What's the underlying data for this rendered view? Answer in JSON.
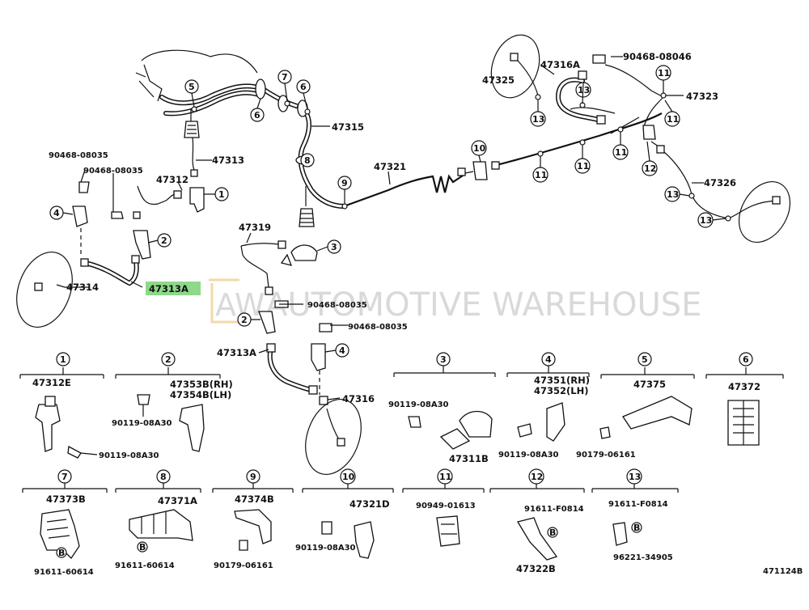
{
  "diagram": {
    "watermark": {
      "brand": "AW",
      "text": "AUTOMOTIVE WAREHOUSE"
    },
    "figure_code": "471124B",
    "highlight_color": "#8ed88a",
    "labels": {
      "p90468_08046": "90468-08046",
      "p47316A": "47316A",
      "p47325": "47325",
      "p47323": "47323",
      "p47315": "47315",
      "p47313": "47313",
      "p90468_08035_a": "90468-08035",
      "p90468_08035_b": "90468-08035",
      "p47312": "47312",
      "p47321": "47321",
      "p47326": "47326",
      "p47319": "47319",
      "p47314": "47314",
      "p47313A_hl": "47313A",
      "p90468_08035_c": "90468-08035",
      "p90468_08035_d": "90468-08035",
      "p47313A": "47313A",
      "p47316": "47316"
    },
    "callouts": {
      "c1": "1",
      "c2": "2",
      "c3": "3",
      "c4": "4",
      "c5": "5",
      "c6": "6",
      "c7": "7",
      "c8": "8",
      "c9": "9",
      "c10": "10",
      "c11": "11",
      "c12": "12",
      "c13": "13"
    },
    "sections": [
      {
        "num": "1",
        "parts": [
          "47312E",
          "90119-08A30"
        ]
      },
      {
        "num": "2",
        "parts": [
          "47353B(RH)",
          "47354B(LH)",
          "90119-08A30"
        ]
      },
      {
        "num": "3",
        "parts": [
          "90119-08A30",
          "47311B"
        ]
      },
      {
        "num": "4",
        "parts": [
          "47351(RH)",
          "47352(LH)",
          "90119-08A30"
        ]
      },
      {
        "num": "5",
        "parts": [
          "47375",
          "90179-06161"
        ]
      },
      {
        "num": "6",
        "parts": [
          "47372"
        ]
      },
      {
        "num": "7",
        "parts": [
          "47373B",
          "91611-60614"
        ]
      },
      {
        "num": "8",
        "parts": [
          "47371A",
          "91611-60614"
        ]
      },
      {
        "num": "9",
        "parts": [
          "47374B",
          "90179-06161"
        ]
      },
      {
        "num": "10",
        "parts": [
          "47321D",
          "90119-08A30"
        ]
      },
      {
        "num": "11",
        "parts": [
          "90949-01613"
        ]
      },
      {
        "num": "12",
        "parts": [
          "91611-F0814",
          "47322B"
        ]
      },
      {
        "num": "13",
        "parts": [
          "91611-F0814",
          "96221-34905"
        ]
      }
    ],
    "bolt_marker": "B"
  }
}
